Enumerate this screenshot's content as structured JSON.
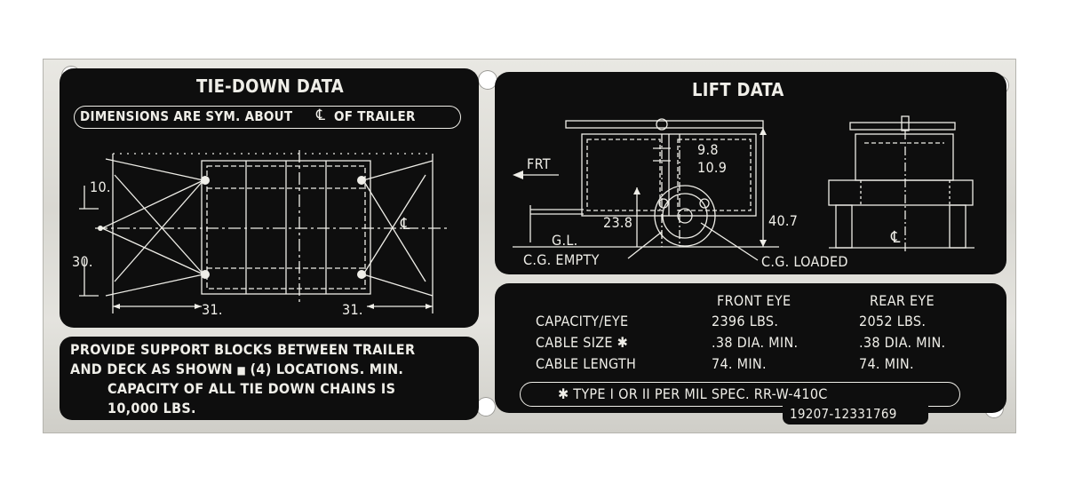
{
  "tie_down": {
    "title": "TIE-DOWN DATA",
    "note": "DIMENSIONS ARE SYM. ABOUT",
    "note_symbol": "℄",
    "note_suffix": "OF TRAILER",
    "dim_10": "10.",
    "dim_30": "30.",
    "dim_31_left": "31.",
    "dim_31_right": "31.",
    "centerline_symbol": "℄"
  },
  "support": {
    "line1": "PROVIDE SUPPORT BLOCKS BETWEEN TRAILER",
    "line2_a": "AND DECK AS SHOWN",
    "line2_b": "(4) LOCATIONS. MIN.",
    "line3": "CAPACITY OF ALL TIE DOWN CHAINS IS",
    "line4": "10,000 LBS."
  },
  "lift": {
    "title": "LIFT DATA",
    "frt": "FRT",
    "dim_9_8": "9.8",
    "dim_10_9": "10.9",
    "dim_23_8": "23.8",
    "dim_40_7": "40.7",
    "gl": "G.L.",
    "cg_empty": "C.G. EMPTY",
    "cg_loaded": "C.G. LOADED",
    "centerline_symbol": "℄"
  },
  "capacity_table": {
    "headers": [
      "",
      "FRONT EYE",
      "REAR EYE"
    ],
    "rows": [
      [
        "CAPACITY/EYE",
        "2396 LBS.",
        "2052 LBS."
      ],
      [
        "CABLE SIZE ✱",
        ".38 DIA. MIN.",
        ".38 DIA. MIN."
      ],
      [
        "CABLE LENGTH",
        "74. MIN.",
        "74. MIN."
      ]
    ],
    "footnote": "✱  TYPE I OR II PER MIL SPEC. RR-W-410C",
    "part_number": "19207-12331769"
  },
  "colors": {
    "plate": "#dcdbd5",
    "panel": "#0e0e0e",
    "ink": "#efeee8"
  }
}
